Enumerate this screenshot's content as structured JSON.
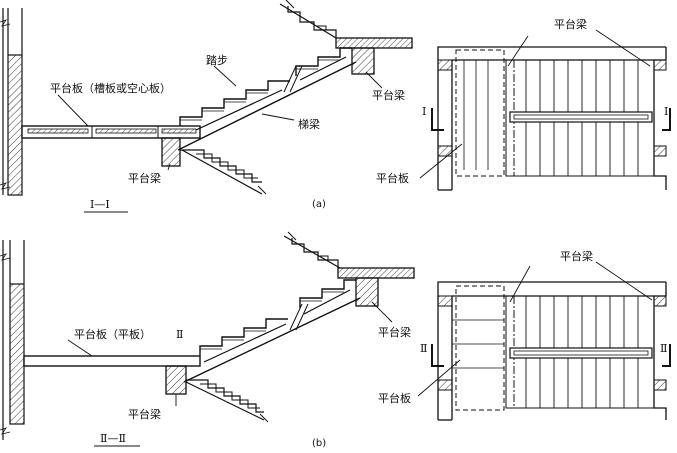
{
  "figure_a": {
    "section": {
      "landing_slab_label": "平台板（槽板或空心板）",
      "tread_label": "踏步",
      "stringer_label": "梯梁",
      "landing_beam_upper_label": "平台梁",
      "landing_beam_lower_label": "平台梁",
      "section_title": "Ⅰ—Ⅰ"
    },
    "plan": {
      "landing_beam_label": "平台梁",
      "landing_slab_label": "平台板",
      "cut_mark_left": "Ⅰ",
      "cut_mark_right": "Ⅰ"
    },
    "caption": "(a)"
  },
  "figure_b": {
    "section": {
      "landing_slab_label": "平台板（平板）",
      "cut_marker": "Ⅱ",
      "landing_beam_upper_label": "平台梁",
      "landing_beam_lower_label": "平台梁",
      "section_title": "Ⅱ—Ⅱ"
    },
    "plan": {
      "landing_beam_label": "平台梁",
      "landing_slab_label": "平台板",
      "cut_mark_left": "Ⅱ",
      "cut_mark_right": "Ⅱ"
    },
    "caption": "(b)"
  }
}
